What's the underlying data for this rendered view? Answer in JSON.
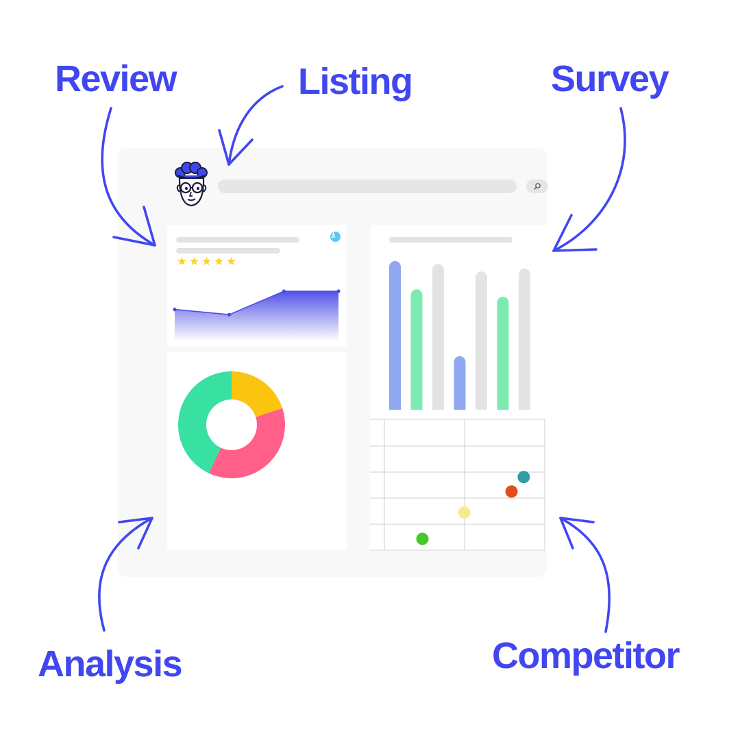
{
  "labels": {
    "review": "Review",
    "listing": "Listing",
    "survey": "Survey",
    "analysis": "Analysis",
    "competitor": "Competitor"
  },
  "colors": {
    "accent": "#4147f0",
    "window_bg": "#f8f8f8",
    "skeleton": "#e3e3e3",
    "star": "#f6d232",
    "badge": "#5bc8f5"
  },
  "icons": {
    "mascot": "nerd-face-mascot-icon",
    "search": "magnifier-icon",
    "badge": "download-badge-icon"
  },
  "review_card": {
    "rating_stars": 5,
    "line_chart": {
      "type": "area",
      "values": [
        0.3,
        0.1,
        1.0,
        1.0
      ],
      "value_scale": "relative 0-1",
      "color": "#4a4ae6"
    }
  },
  "chart_data": [
    {
      "type": "pie",
      "name_hint": "donut",
      "slices": [
        {
          "value": 20,
          "color": "#fbc40e"
        },
        {
          "value": 37,
          "color": "#ff5f89"
        },
        {
          "value": 43,
          "color": "#38e0a2"
        }
      ],
      "unit": "relative share (%)"
    },
    {
      "type": "bar",
      "values": [
        1.0,
        0.81,
        0.98,
        0.36,
        0.93,
        0.76,
        0.95
      ],
      "value_scale": "relative 0-1",
      "colors": [
        "#90a8f2",
        "#7cebaf",
        "#e3e3e3",
        "#90a8f2",
        "#e3e3e3",
        "#7cebaf",
        "#e3e3e3"
      ]
    },
    {
      "type": "scatter",
      "points": [
        {
          "x": 0.3,
          "y": 0.06,
          "color": "#46c82d"
        },
        {
          "x": 0.54,
          "y": 0.26,
          "color": "#fbea8c"
        },
        {
          "x": 0.81,
          "y": 0.42,
          "color": "#e14e1e"
        },
        {
          "x": 0.88,
          "y": 0.53,
          "color": "#2f9ea5"
        }
      ],
      "value_scale": "relative 0-1",
      "grid": true
    }
  ]
}
